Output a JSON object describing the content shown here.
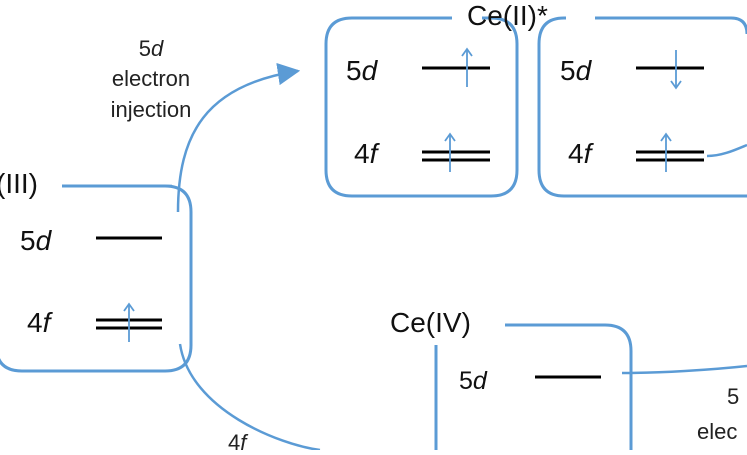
{
  "colors": {
    "accent": "#5b9bd5",
    "line": "#000000",
    "text": "#111111",
    "background": "#ffffff"
  },
  "labels": {
    "ce3": "(III)",
    "ce2_star": "Ce(II)*",
    "ce4": "Ce(IV)",
    "injection_num": "5",
    "injection_orbital": "d",
    "injection_line2": "electron",
    "injection_line3": "injection",
    "bottom_left_num": "4",
    "bottom_left_orbital": "f",
    "right_num": "5",
    "right_partial": "elec"
  },
  "orbitals": {
    "num5": "5",
    "num4": "4",
    "d": "d",
    "f": "f"
  },
  "spins": {
    "ce3_4f": "up",
    "ce2a_5d": "up",
    "ce2a_4f": "up",
    "ce2b_5d": "down",
    "ce2b_4f": "up"
  }
}
